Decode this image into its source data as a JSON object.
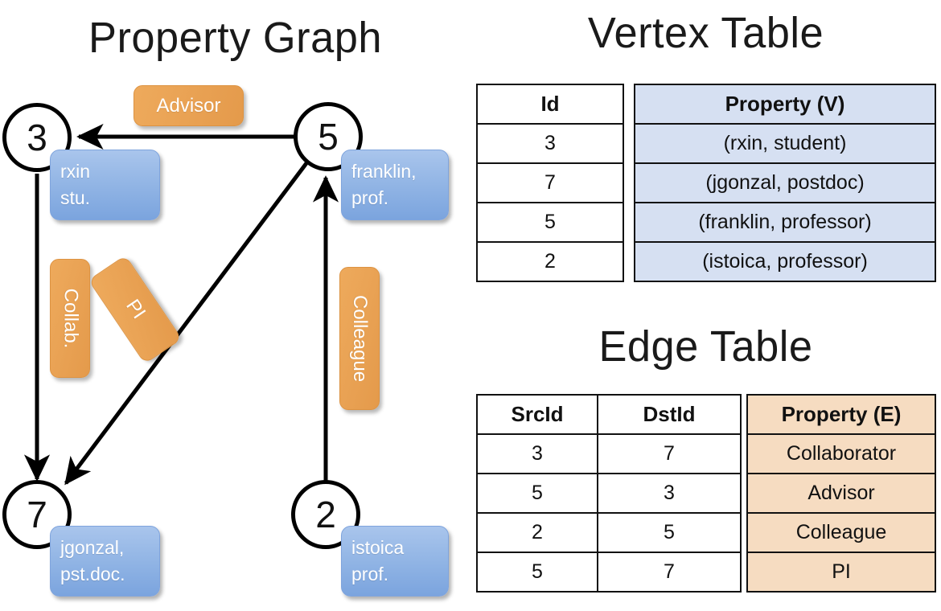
{
  "titles": {
    "graph": "Property Graph",
    "vertex_table": "Vertex Table",
    "edge_table": "Edge Table"
  },
  "colors": {
    "vertex_property_fill": "#d6e0f2",
    "edge_property_fill": "#f6dcc1",
    "node_property_box": "#8fb3e4",
    "edge_label_box": "#e9a254",
    "stroke": "#111111",
    "background": "#ffffff"
  },
  "graph": {
    "nodes": [
      {
        "id": "3",
        "property_lines": [
          "rxin",
          "stu."
        ]
      },
      {
        "id": "5",
        "property_lines": [
          "franklin,",
          "prof."
        ]
      },
      {
        "id": "7",
        "property_lines": [
          "jgonzal,",
          "pst.doc."
        ]
      },
      {
        "id": "2",
        "property_lines": [
          "istoica",
          "prof."
        ]
      }
    ],
    "edge_labels": [
      {
        "name": "advisor",
        "text": "Advisor",
        "orientation": "horizontal"
      },
      {
        "name": "collab",
        "text": "Collab.",
        "orientation": "vertical"
      },
      {
        "name": "pi",
        "text": "PI",
        "orientation": "diagonal"
      },
      {
        "name": "colleague",
        "text": "Colleague",
        "orientation": "vertical"
      }
    ],
    "edges": [
      {
        "src": "5",
        "dst": "3",
        "label": "Advisor"
      },
      {
        "src": "3",
        "dst": "7",
        "label": "Collab."
      },
      {
        "src": "5",
        "dst": "7",
        "label": "PI"
      },
      {
        "src": "2",
        "dst": "5",
        "label": "Colleague"
      }
    ]
  },
  "vertex_table": {
    "headers": [
      "Id",
      "Property (V)"
    ],
    "rows": [
      {
        "id": "3",
        "property": "(rxin, student)"
      },
      {
        "id": "7",
        "property": "(jgonzal, postdoc)"
      },
      {
        "id": "5",
        "property": "(franklin, professor)"
      },
      {
        "id": "2",
        "property": "(istoica, professor)"
      }
    ]
  },
  "edge_table": {
    "headers": [
      "SrcId",
      "DstId",
      "Property (E)"
    ],
    "rows": [
      {
        "src": "3",
        "dst": "7",
        "property": "Collaborator"
      },
      {
        "src": "5",
        "dst": "3",
        "property": "Advisor"
      },
      {
        "src": "2",
        "dst": "5",
        "property": "Colleague"
      },
      {
        "src": "5",
        "dst": "7",
        "property": "PI"
      }
    ]
  }
}
